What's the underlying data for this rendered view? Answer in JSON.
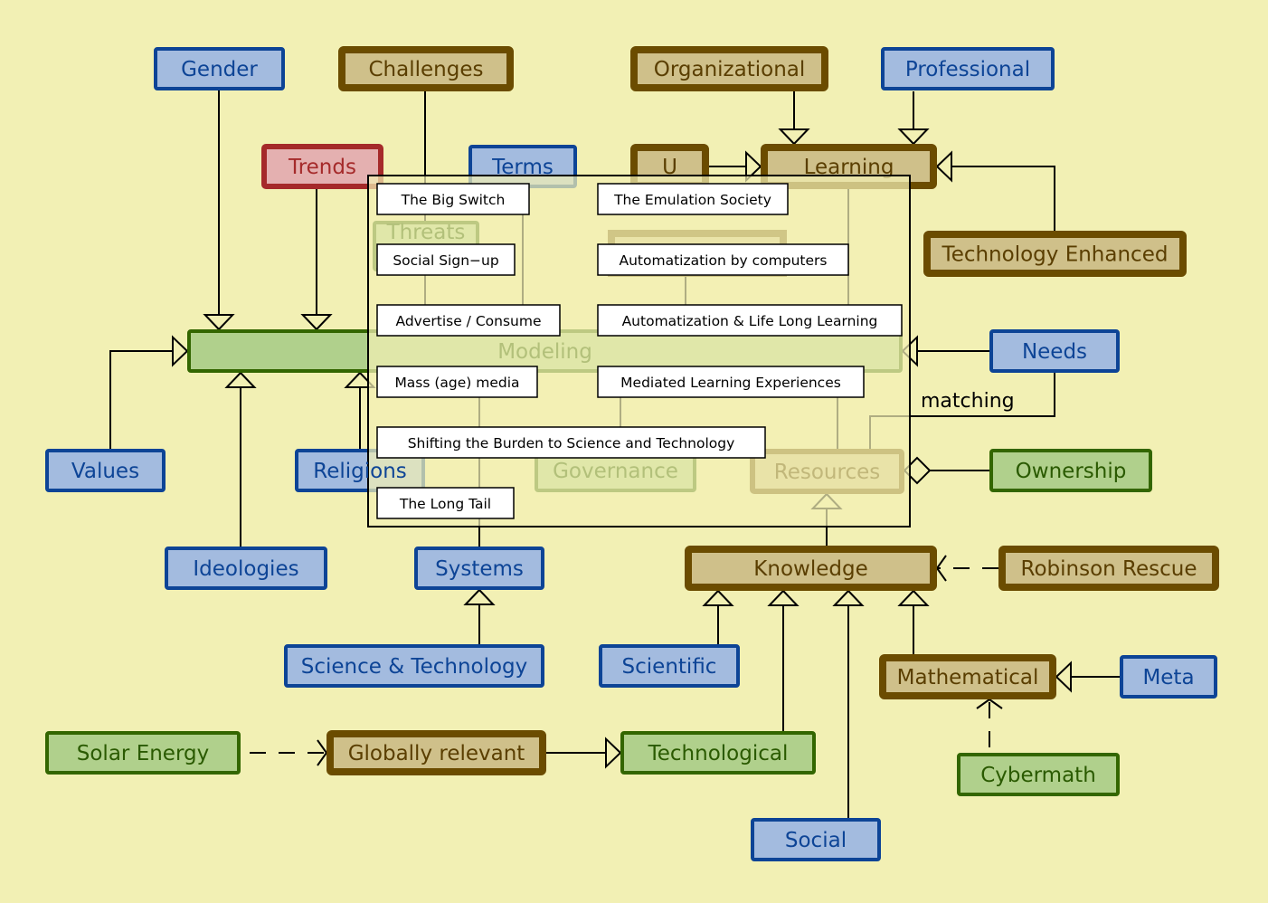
{
  "colors": {
    "background": "#f2f0b4",
    "blue": {
      "fill": "#a3bbdf",
      "stroke": "#0d4496",
      "text": "#0d4496"
    },
    "brown": {
      "fill": "#cfc08a",
      "stroke": "#6b4c00",
      "text": "#5a3e00"
    },
    "green": {
      "fill": "#b0d08c",
      "stroke": "#336600",
      "text": "#2a5a00"
    },
    "red": {
      "fill": "#e4b0b0",
      "stroke": "#a52a2a",
      "text": "#a52a2a"
    }
  },
  "nodes": [
    {
      "label": "Gender",
      "type": "blue"
    },
    {
      "label": "Challenges",
      "type": "brown"
    },
    {
      "label": "Organizational",
      "type": "brown"
    },
    {
      "label": "Professional",
      "type": "blue"
    },
    {
      "label": "Trends",
      "type": "red"
    },
    {
      "label": "Terms",
      "type": "blue"
    },
    {
      "label": "U",
      "type": "brown"
    },
    {
      "label": "Learning",
      "type": "brown"
    },
    {
      "label": "Technology Enhanced",
      "type": "brown"
    },
    {
      "label": "Threats",
      "type": "green"
    },
    {
      "label": "Modeling",
      "type": "green"
    },
    {
      "label": "Needs",
      "type": "blue"
    },
    {
      "label": "Values",
      "type": "blue"
    },
    {
      "label": "Religions",
      "type": "blue"
    },
    {
      "label": "Governance",
      "type": "green"
    },
    {
      "label": "Resources",
      "type": "brown"
    },
    {
      "label": "Ownership",
      "type": "green"
    },
    {
      "label": "Ideologies",
      "type": "blue"
    },
    {
      "label": "Systems",
      "type": "blue"
    },
    {
      "label": "Knowledge",
      "type": "brown"
    },
    {
      "label": "Robinson Rescue",
      "type": "brown"
    },
    {
      "label": "Science & Technology",
      "type": "blue"
    },
    {
      "label": "Scientific",
      "type": "blue"
    },
    {
      "label": "Mathematical",
      "type": "brown"
    },
    {
      "label": "Meta",
      "type": "blue"
    },
    {
      "label": "Solar Energy",
      "type": "green"
    },
    {
      "label": "Globally relevant",
      "type": "brown"
    },
    {
      "label": "Technological",
      "type": "green"
    },
    {
      "label": "Cybermath",
      "type": "green"
    },
    {
      "label": "Social",
      "type": "blue"
    }
  ],
  "edge_labels": {
    "matching": "matching"
  },
  "popup": {
    "items": [
      "The Big Switch",
      "The Emulation Society",
      "Social Sign−up",
      "Automatization by computers",
      "Advertise / Consume",
      "Automatization &  Life Long Learning",
      "Mass (age) media",
      "Mediated Learning Experiences",
      "Shifting the Burden to Science and Technology",
      "The Long Tail"
    ]
  }
}
